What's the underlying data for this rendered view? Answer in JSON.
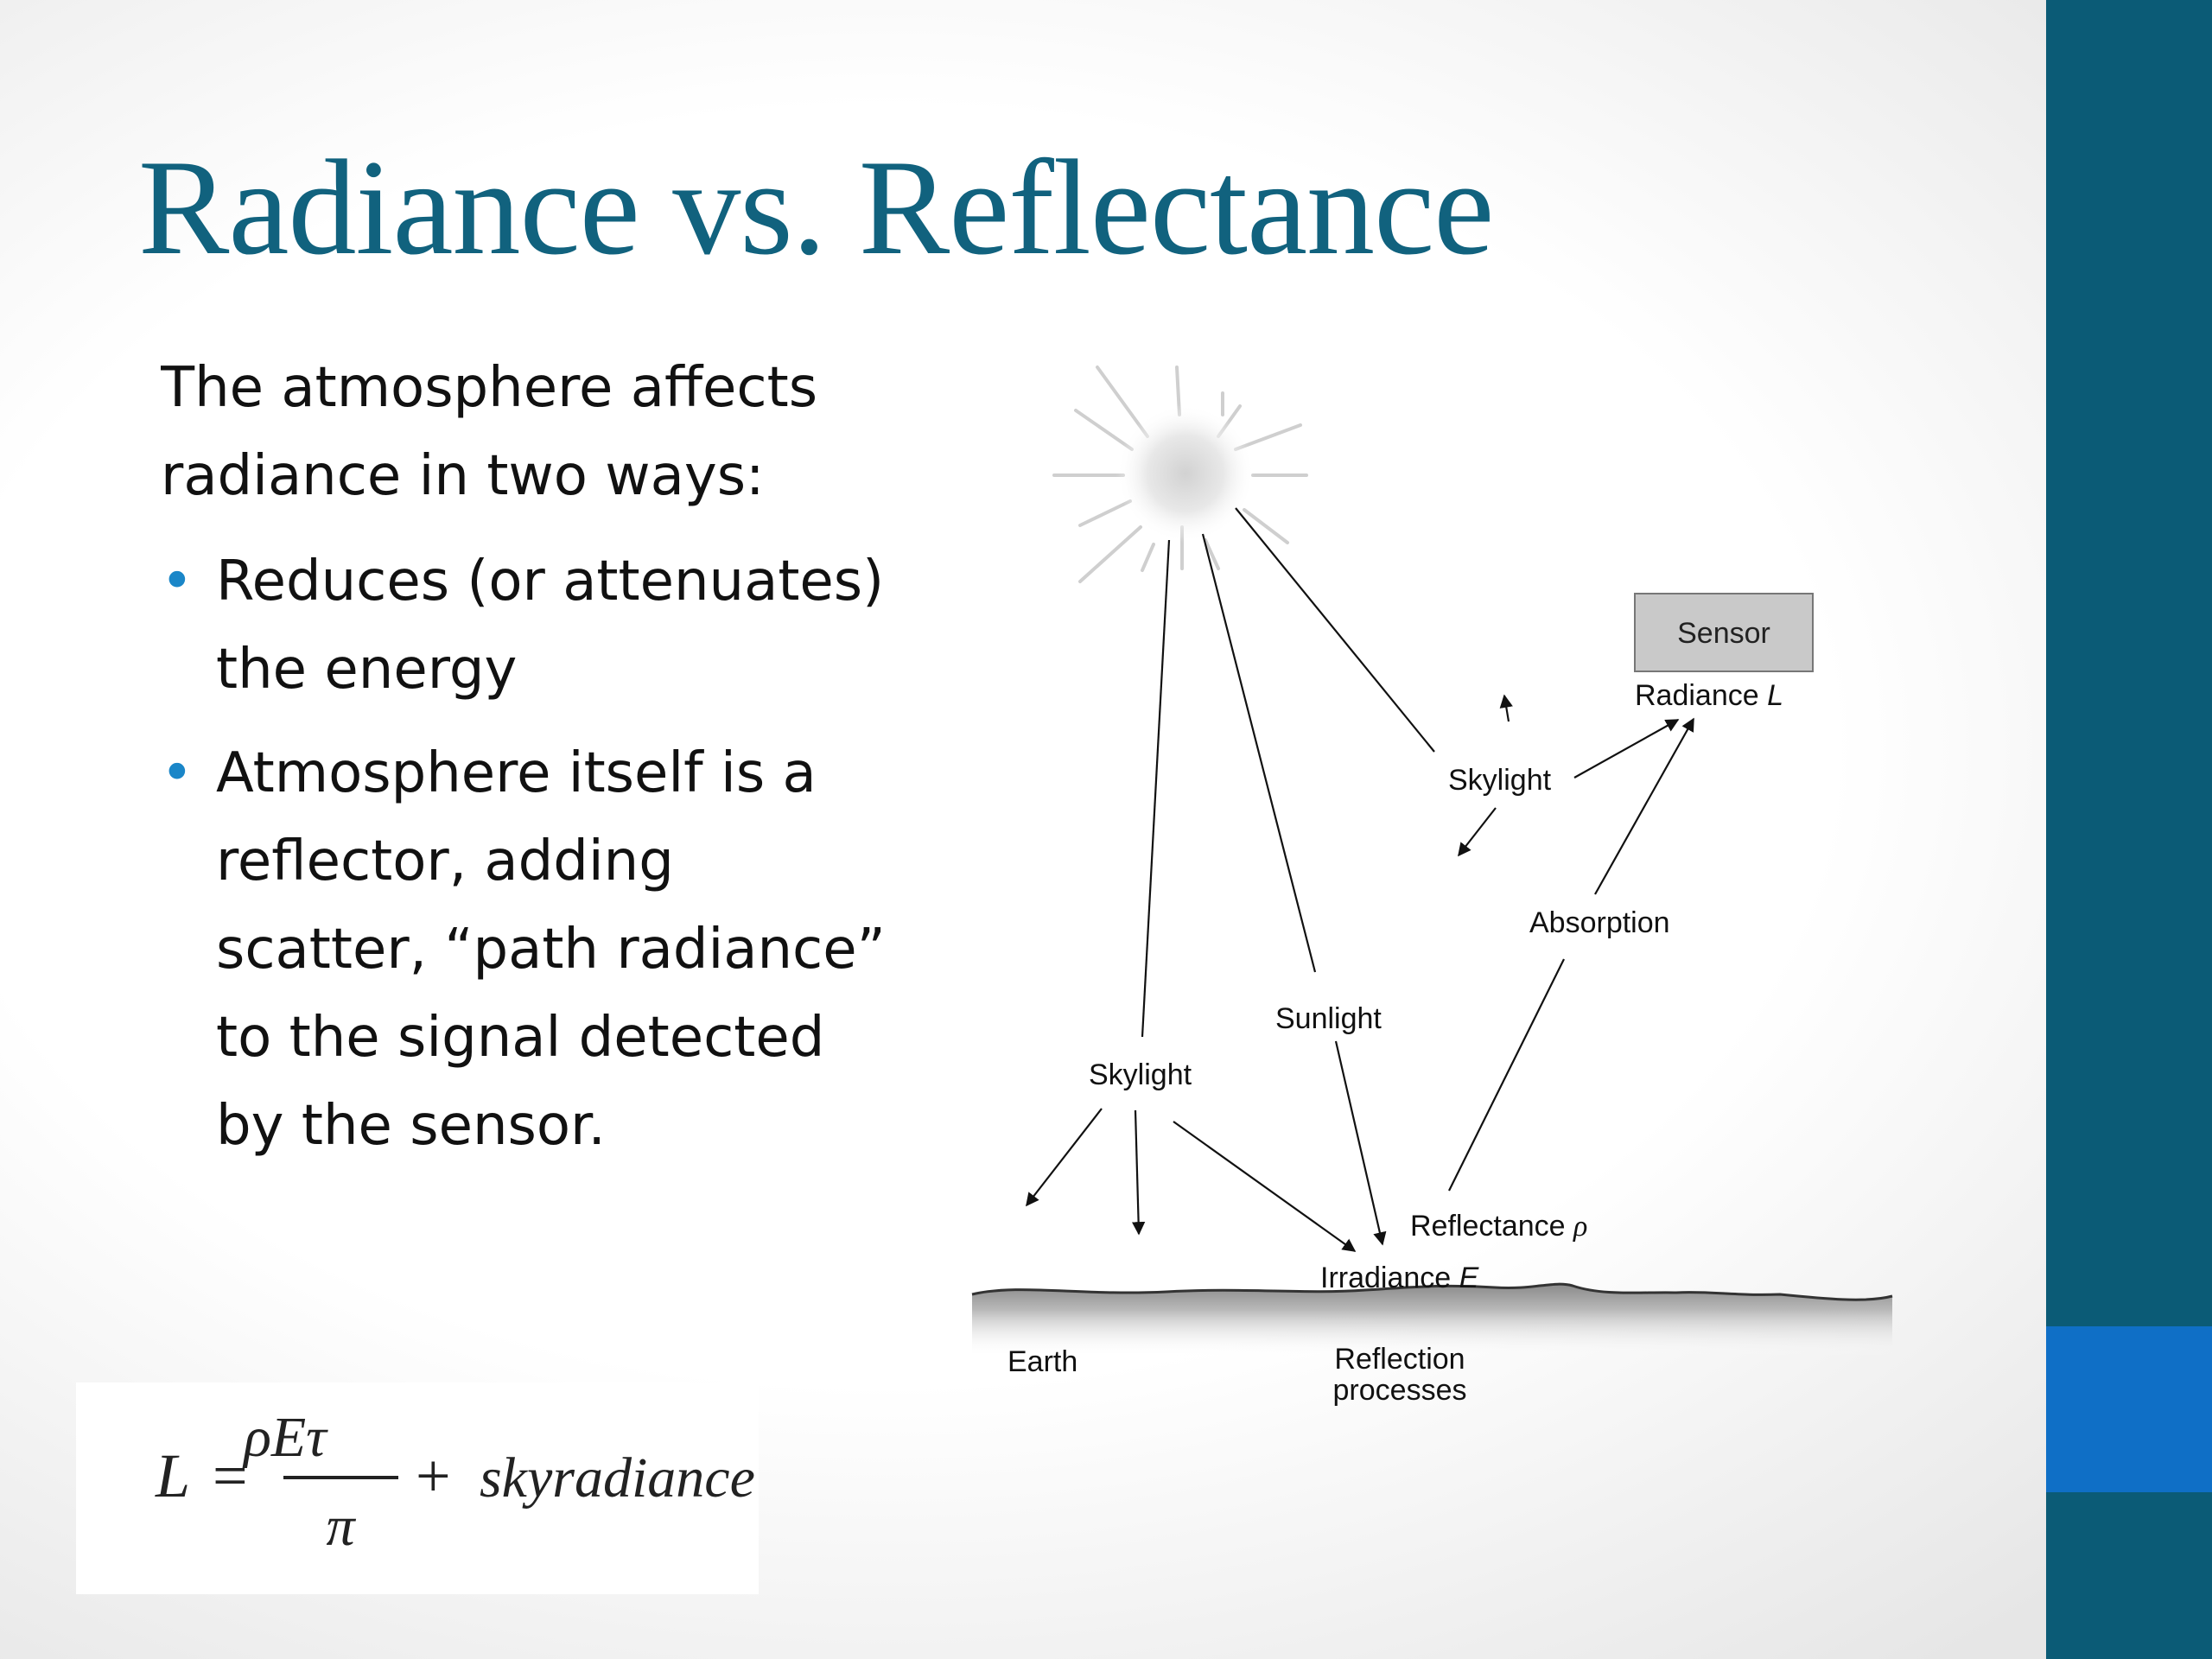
{
  "slide": {
    "title": "Radiance vs. Reflectance",
    "intro": "The atmosphere affects\nradiance in two ways:",
    "bullets": [
      "Reduces (or attenuates)\nthe energy",
      "Atmosphere itself is a\nreflector, adding\nscatter, “path radiance”\nto the signal detected\nby the sensor."
    ]
  },
  "equation": {
    "lhs": "L",
    "equals": "=",
    "numerator": "ρEτ",
    "denominator": "π",
    "plus": "+",
    "term": "skyradiance"
  },
  "diagram": {
    "sensor_label": "Sensor",
    "radiance_label": "Radiance",
    "radiance_symbol": "L",
    "skylight_upper": "Skylight",
    "absorption": "Absorption",
    "sunlight": "Sunlight",
    "skylight_lower": "Skylight",
    "reflectance_label": "Reflectance",
    "reflectance_symbol": "ρ",
    "irradiance_label": "Irradiance",
    "irradiance_symbol": "E",
    "earth": "Earth",
    "reflection_line1": "Reflection",
    "reflection_line2": "processes"
  },
  "colors": {
    "title": "#11627e",
    "side_bar": "#0b5b76",
    "side_accent": "#0f6fc6",
    "bullet": "#1a86c8"
  }
}
